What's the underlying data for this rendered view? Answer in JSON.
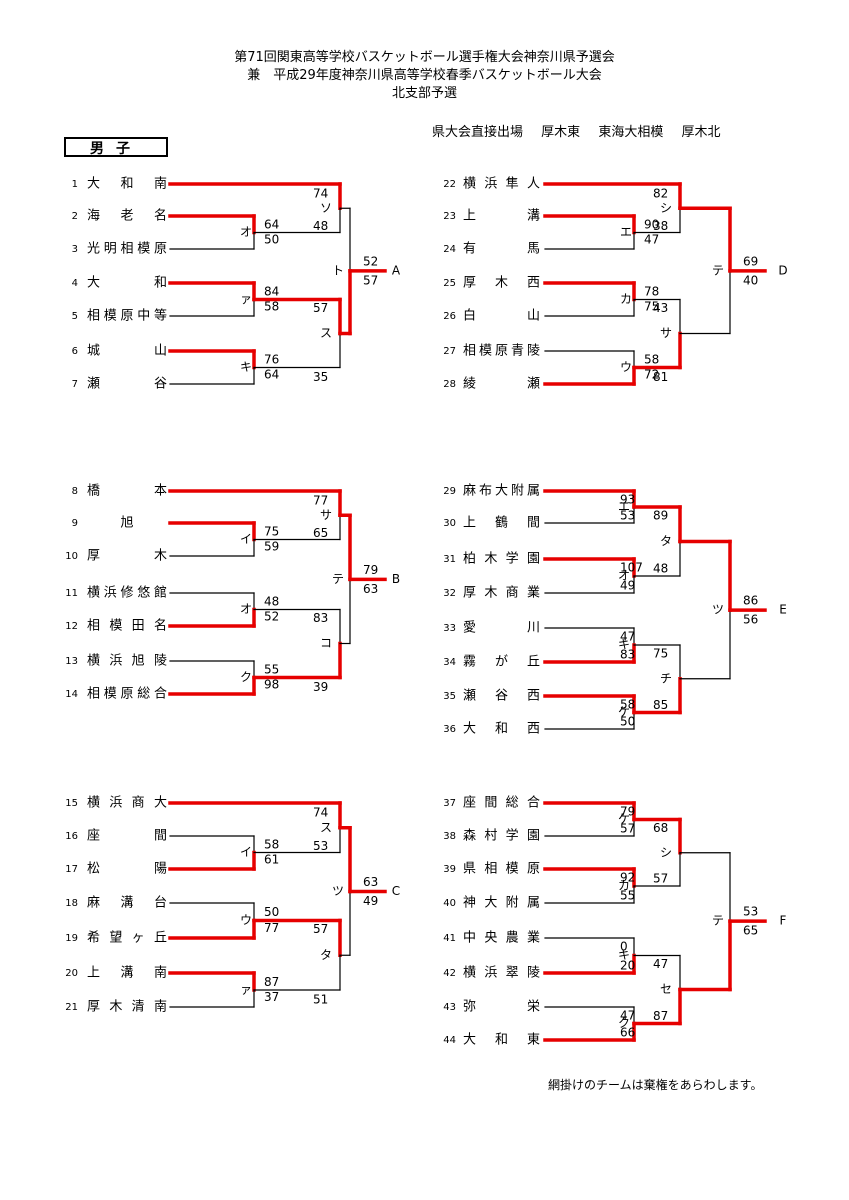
{
  "title": {
    "line1": "第71回関東高等学校バスケットボール選手権大会神奈川県予選会",
    "line2": "兼　平成29年度神奈川県高等学校春季バスケットボール大会",
    "line3": "北支部予選"
  },
  "direct_entry": {
    "label": "県大会直接出場",
    "teams": [
      "厚木東",
      "東海大相模",
      "厚木北"
    ]
  },
  "gender_label": "男子",
  "note": "網掛けのチームは棄権をあらわします。",
  "colors": {
    "win": "#e60000",
    "line": "#000000"
  },
  "brackets": [
    {
      "block": "A",
      "final_label": "ト",
      "final_scores": [
        "52",
        "57"
      ],
      "teams": [
        {
          "num": "1",
          "name": "大和南"
        },
        {
          "num": "2",
          "name": "海老名"
        },
        {
          "num": "3",
          "name": "光明相模原"
        },
        {
          "num": "4",
          "name": "大和"
        },
        {
          "num": "5",
          "name": "相模原中等"
        },
        {
          "num": "6",
          "name": "城山"
        },
        {
          "num": "7",
          "name": "瀬谷"
        }
      ],
      "games": [
        {
          "label": "オ",
          "scores": [
            "64",
            "50"
          ]
        },
        {
          "label": "ァ",
          "scores": [
            "84",
            "58"
          ]
        },
        {
          "label": "キ",
          "scores": [
            "76",
            "64"
          ]
        },
        {
          "label": "ソ",
          "scores": [
            "74",
            "48"
          ]
        },
        {
          "label": "ス",
          "scores": [
            "57",
            "35"
          ]
        }
      ]
    },
    {
      "block": "B",
      "final_label": "テ",
      "final_scores": [
        "79",
        "63"
      ],
      "teams": [
        {
          "num": "8",
          "name": "橋本"
        },
        {
          "num": "9",
          "name": "旭"
        },
        {
          "num": "10",
          "name": "厚木"
        },
        {
          "num": "11",
          "name": "横浜修悠館"
        },
        {
          "num": "12",
          "name": "相模田名"
        },
        {
          "num": "13",
          "name": "横浜旭陵"
        },
        {
          "num": "14",
          "name": "相模原総合"
        }
      ],
      "games": [
        {
          "label": "イ",
          "scores": [
            "75",
            "59"
          ]
        },
        {
          "label": "オ",
          "scores": [
            "48",
            "52"
          ]
        },
        {
          "label": "ク",
          "scores": [
            "55",
            "98"
          ]
        },
        {
          "label": "サ",
          "scores": [
            "77",
            "65"
          ]
        },
        {
          "label": "コ",
          "scores": [
            "83",
            "39"
          ]
        }
      ]
    },
    {
      "block": "C",
      "final_label": "ツ",
      "final_scores": [
        "63",
        "49"
      ],
      "teams": [
        {
          "num": "15",
          "name": "横浜商大"
        },
        {
          "num": "16",
          "name": "座間"
        },
        {
          "num": "17",
          "name": "松陽"
        },
        {
          "num": "18",
          "name": "麻溝台"
        },
        {
          "num": "19",
          "name": "希望ヶ丘"
        },
        {
          "num": "20",
          "name": "上溝南"
        },
        {
          "num": "21",
          "name": "厚木清南"
        }
      ],
      "games": [
        {
          "label": "イ",
          "scores": [
            "58",
            "61"
          ]
        },
        {
          "label": "ウ",
          "scores": [
            "50",
            "77"
          ]
        },
        {
          "label": "ァ",
          "scores": [
            "87",
            "37"
          ]
        },
        {
          "label": "ス",
          "scores": [
            "74",
            "53"
          ]
        },
        {
          "label": "タ",
          "scores": [
            "57",
            "51"
          ]
        }
      ]
    },
    {
      "block": "D",
      "final_label": "テ",
      "final_scores": [
        "69",
        "40"
      ],
      "teams": [
        {
          "num": "22",
          "name": "横浜隼人"
        },
        {
          "num": "23",
          "name": "上溝"
        },
        {
          "num": "24",
          "name": "有馬"
        },
        {
          "num": "25",
          "name": "厚木西"
        },
        {
          "num": "26",
          "name": "白山"
        },
        {
          "num": "27",
          "name": "相模原青陵"
        },
        {
          "num": "28",
          "name": "綾瀬"
        }
      ],
      "games": [
        {
          "label": "エ",
          "scores": [
            "90",
            "47"
          ]
        },
        {
          "label": "カ",
          "scores": [
            "78",
            "75"
          ]
        },
        {
          "label": "ウ",
          "scores": [
            "58",
            "72"
          ]
        },
        {
          "label": "シ",
          "scores": [
            "82",
            "38"
          ]
        },
        {
          "label": "サ",
          "scores": [
            "43",
            "81"
          ]
        }
      ]
    },
    {
      "block": "E",
      "final_label": "ツ",
      "final_scores": [
        "86",
        "56"
      ],
      "teams": [
        {
          "num": "29",
          "name": "麻布大附属"
        },
        {
          "num": "30",
          "name": "上鶴間"
        },
        {
          "num": "31",
          "name": "柏木学園"
        },
        {
          "num": "32",
          "name": "厚木商業"
        },
        {
          "num": "33",
          "name": "愛川"
        },
        {
          "num": "34",
          "name": "霧が丘"
        },
        {
          "num": "35",
          "name": "瀬谷西"
        },
        {
          "num": "36",
          "name": "大和西"
        }
      ],
      "games": [
        {
          "label": "エ",
          "scores": [
            "93",
            "53"
          ]
        },
        {
          "label": "オ",
          "scores": [
            "107",
            "49"
          ]
        },
        {
          "label": "キ",
          "scores": [
            "47",
            "83"
          ]
        },
        {
          "label": "ケ",
          "scores": [
            "58",
            "50"
          ]
        },
        {
          "label": "タ",
          "scores": [
            "89",
            "48"
          ]
        },
        {
          "label": "チ",
          "scores": [
            "75",
            "85"
          ]
        }
      ]
    },
    {
      "block": "F",
      "final_label": "テ",
      "final_scores": [
        "53",
        "65"
      ],
      "teams": [
        {
          "num": "37",
          "name": "座間総合"
        },
        {
          "num": "38",
          "name": "森村学園"
        },
        {
          "num": "39",
          "name": "県相模原"
        },
        {
          "num": "40",
          "name": "神大附属"
        },
        {
          "num": "41",
          "name": "中央農業"
        },
        {
          "num": "42",
          "name": "横浜翠陵"
        },
        {
          "num": "43",
          "name": "弥栄"
        },
        {
          "num": "44",
          "name": "大和東"
        }
      ],
      "games": [
        {
          "label": "ケ",
          "scores": [
            "79",
            "57"
          ]
        },
        {
          "label": "カ",
          "scores": [
            "92",
            "55"
          ]
        },
        {
          "label": "キ",
          "scores": [
            "0",
            "20"
          ]
        },
        {
          "label": "ク",
          "scores": [
            "47",
            "66"
          ]
        },
        {
          "label": "シ",
          "scores": [
            "68",
            "57"
          ]
        },
        {
          "label": "セ",
          "scores": [
            "47",
            "87"
          ]
        }
      ]
    }
  ]
}
